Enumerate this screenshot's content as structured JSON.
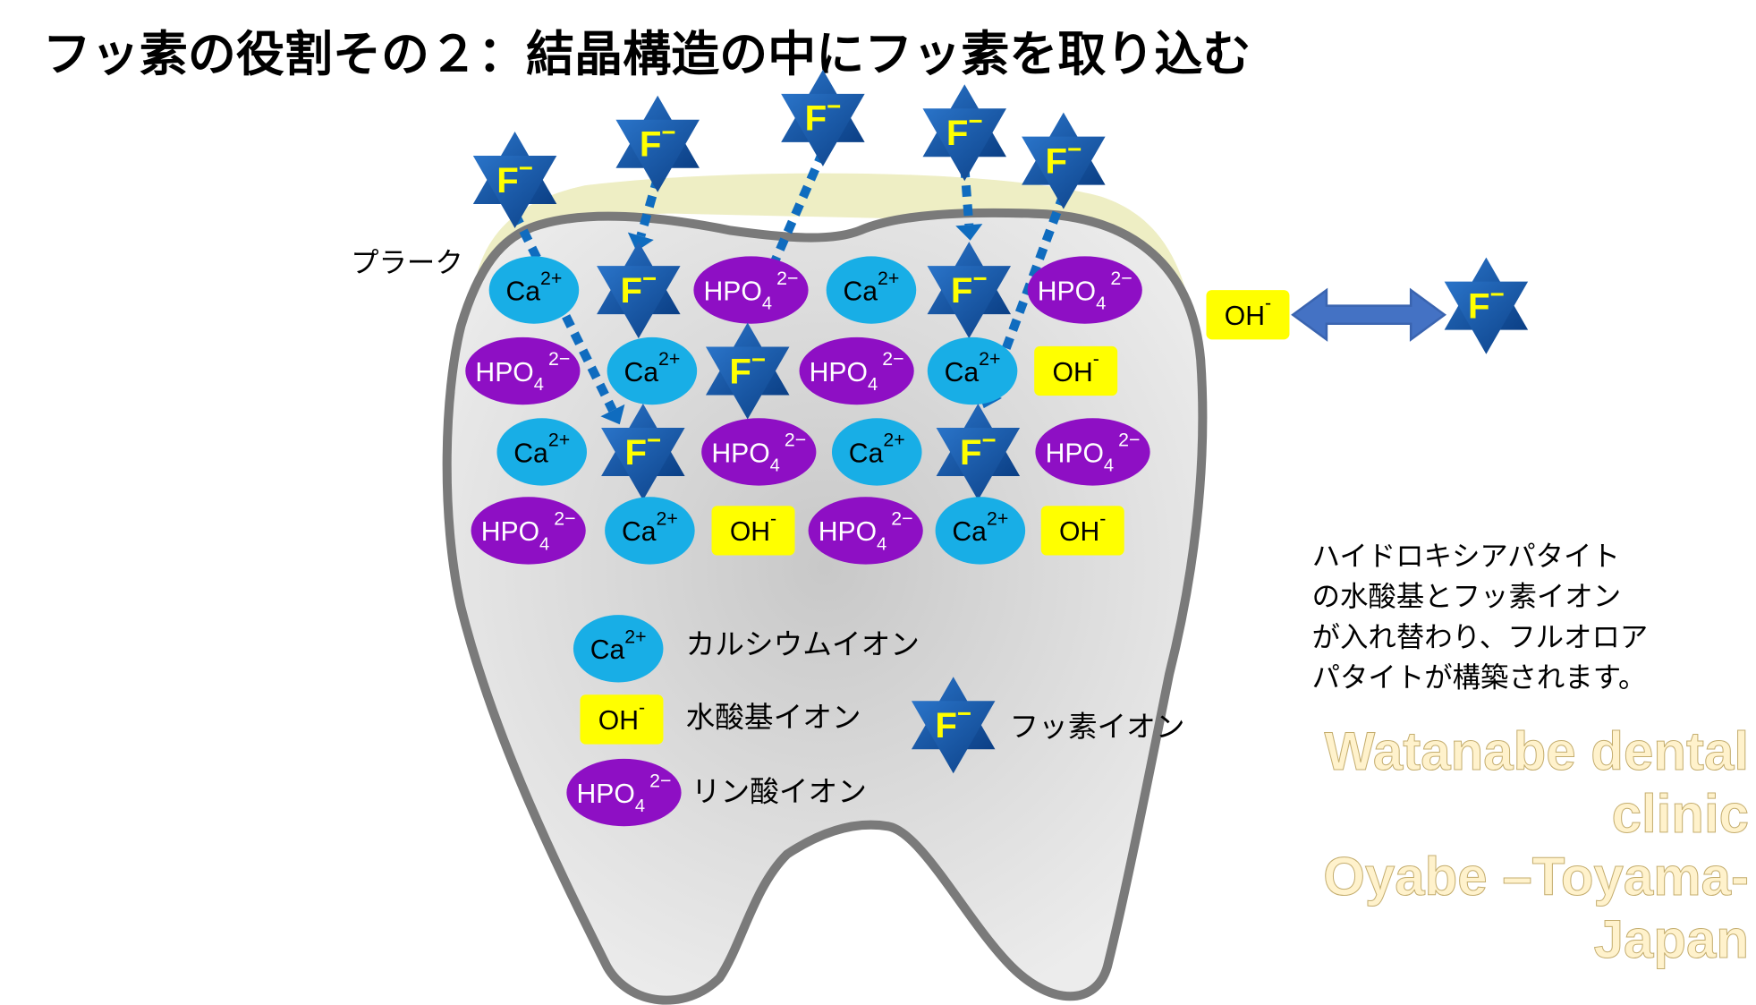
{
  "title": "フッ素の役割その２：結晶構造の中にフッ素を取り込む",
  "plaque_label": "プラーク",
  "watermark": [
    "Watanabe dental clinic",
    "Oyabe –Toyama-Japan"
  ],
  "ions": {
    "ca": {
      "base": "Ca",
      "sup": "2+",
      "sub": ""
    },
    "hpo": {
      "base": "HPO",
      "sup": "2−",
      "sub": "4"
    },
    "oh": {
      "base": "OH",
      "sup": "-",
      "sub": ""
    },
    "f": {
      "base": "F",
      "sup": "−",
      "sub": ""
    }
  },
  "crystal_grid": [
    [
      "ca",
      "f",
      "hpo",
      "ca",
      "f",
      "hpo"
    ],
    [
      "hpo",
      "ca",
      "f",
      "hpo",
      "ca",
      "oh"
    ],
    [
      "ca",
      "f",
      "hpo",
      "ca",
      "f",
      "hpo"
    ],
    [
      "hpo",
      "ca",
      "oh",
      "hpo",
      "ca",
      "oh"
    ]
  ],
  "incoming_fluoride_count": 5,
  "exchange": {
    "left": "oh",
    "right": "f"
  },
  "legend": [
    {
      "ion": "ca",
      "label": "カルシウムイオン"
    },
    {
      "ion": "oh",
      "label": "水酸基イオン"
    },
    {
      "ion": "f",
      "label": "フッ素イオン"
    },
    {
      "ion": "hpo",
      "label": "リン酸イオン"
    }
  ],
  "explanation": [
    "ハイドロキシアパタイト",
    "の水酸基とフッ素イオン",
    "が入れ替わり、フルオロア",
    "パタイトが構築されます。"
  ],
  "colors": {
    "ca": "#18aee6",
    "hpo": "#8e0fc4",
    "oh": "#ffff00",
    "f": "#1556a8",
    "f_text": "#ffff00",
    "plaque": "#eeeec4",
    "tooth_stroke": "#7a7a7a",
    "arrow": "#0f6cbf",
    "exchange_arrow": "#4472c4",
    "watermark": "#fff2cc"
  }
}
